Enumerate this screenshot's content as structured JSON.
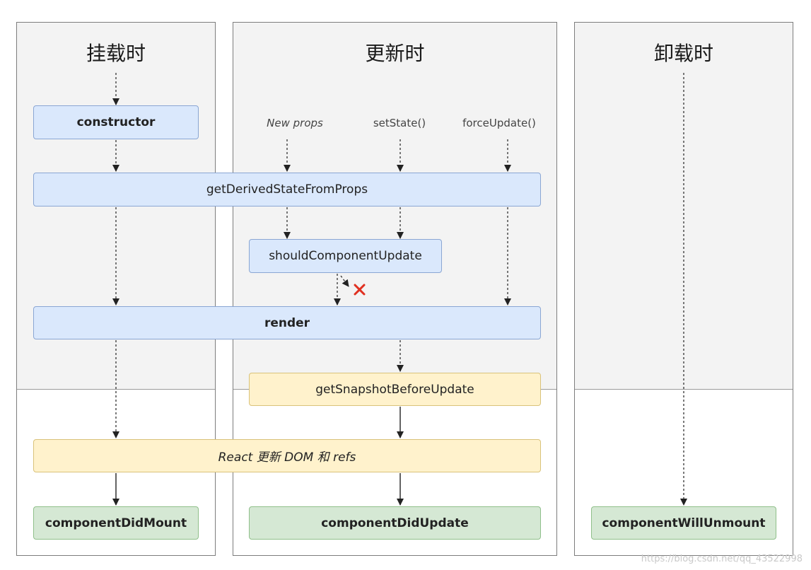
{
  "columns": {
    "mount": "挂载时",
    "update": "更新时",
    "unmount": "卸载时"
  },
  "triggers": {
    "new_props": "New props",
    "set_state": "setState()",
    "force_update": "forceUpdate()"
  },
  "nodes": {
    "constructor": "constructor",
    "get_derived_state": "getDerivedStateFromProps",
    "should_update": "shouldComponentUpdate",
    "render": "render",
    "get_snapshot": "getSnapshotBeforeUpdate",
    "react_update_dom": "React 更新 DOM 和 refs",
    "did_mount": "componentDidMount",
    "did_update": "componentDidUpdate",
    "will_unmount": "componentWillUnmount"
  },
  "colors": {
    "blue_fill": "#dae8fc",
    "yellow_fill": "#fff2cc",
    "green_fill": "#d5e8d4",
    "cancel_mark": "#e03020"
  },
  "watermark": "https://blog.csdn.net/qq_43522998"
}
